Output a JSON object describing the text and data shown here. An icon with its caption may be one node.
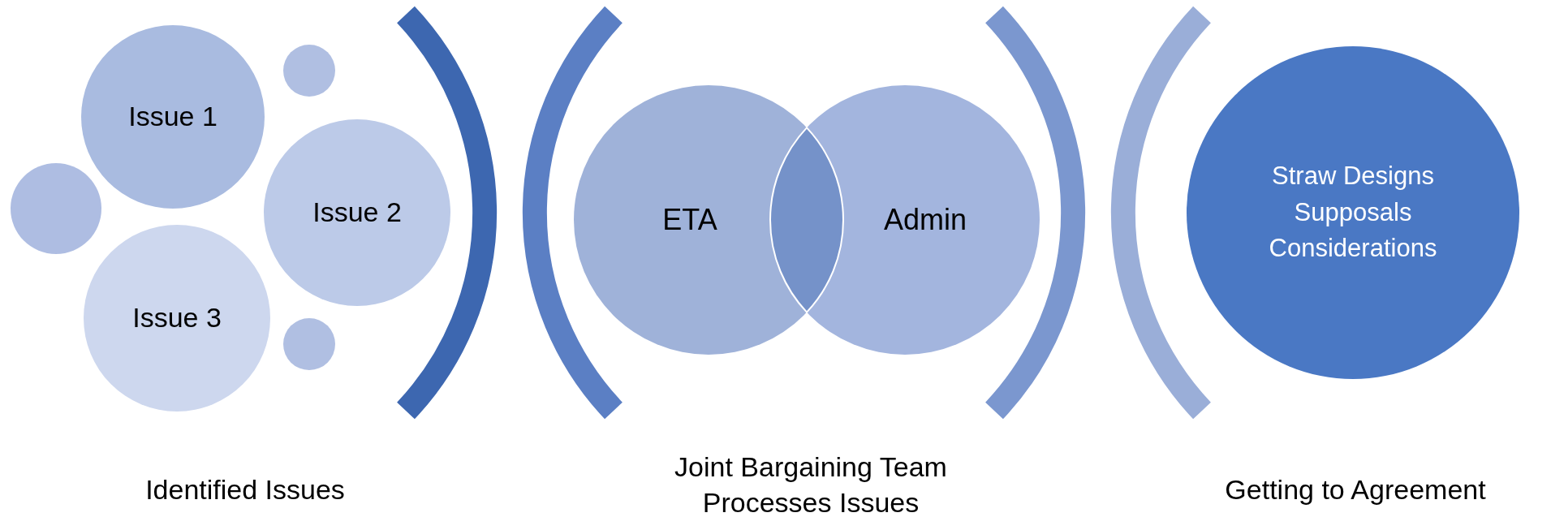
{
  "diagram": {
    "nodes": [
      {
        "text": [
          "Issue 1"
        ]
      },
      {
        "text": [],
        "shape": "circle"
      },
      {
        "text": [],
        "shape": "circle"
      },
      {
        "text": [
          "Issue 2"
        ]
      },
      {
        "text": [
          "Issue 3"
        ]
      },
      {
        "text": [],
        "shape": "circle"
      },
      {
        "text": [
          "ETA"
        ]
      },
      {
        "text": [
          "Admin"
        ]
      },
      {
        "text": [
          "Straw Designs",
          "Supposals",
          "Considerations"
        ]
      }
    ],
    "labels": [
      "Identified Issues",
      "Joint Bargaining Team Processes Issues",
      "Getting to Agreement"
    ]
  }
}
